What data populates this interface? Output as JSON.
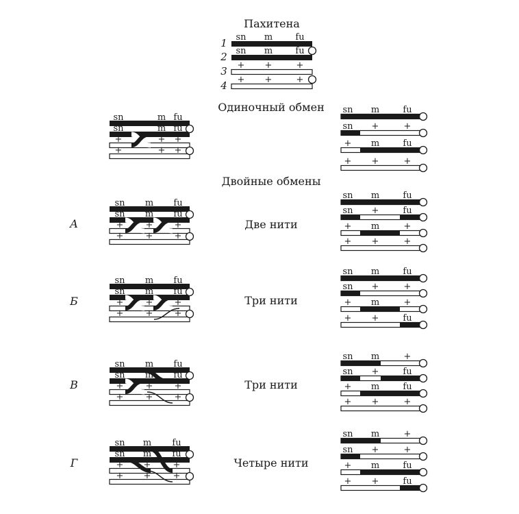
{
  "titles": {
    "pachytene": "Пахитена",
    "single": "Одиночный обмен",
    "double": "Двойные обмены"
  },
  "strand_numbers": [
    "1",
    "2",
    "3",
    "4"
  ],
  "pachytene_labels": [
    [
      "sn",
      "m",
      "fu"
    ],
    [
      "sn",
      "m",
      "fu"
    ],
    [
      "+",
      "+",
      "+"
    ],
    [
      "+",
      "+",
      "+"
    ]
  ],
  "rows": [
    {
      "id": "single",
      "letter": "",
      "desc": "",
      "left_labels": [
        [
          "sn",
          "m",
          "fu"
        ],
        [
          "sn",
          "m",
          "fu"
        ],
        [
          "+",
          "+",
          "+"
        ],
        [
          "+",
          "+",
          "+"
        ]
      ],
      "right": [
        {
          "labels": [
            "sn",
            "m",
            "fu"
          ],
          "segments": [
            "b",
            "b",
            "b",
            "b"
          ]
        },
        {
          "labels": [
            "sn",
            "+",
            "+"
          ],
          "segments": [
            "b",
            "w",
            "w",
            "w"
          ]
        },
        {
          "labels": [
            "+",
            "m",
            "fu"
          ],
          "segments": [
            "w",
            "b",
            "b",
            "b"
          ]
        },
        {
          "labels": [
            "+",
            "+",
            "+"
          ],
          "segments": [
            "w",
            "w",
            "w",
            "w"
          ]
        }
      ]
    },
    {
      "id": "A",
      "letter": "А",
      "desc": "Две нити",
      "left_labels": [
        [
          "sn",
          "m",
          "fu"
        ],
        [
          "sn",
          "m",
          "fu"
        ],
        [
          "+",
          "+",
          "+"
        ],
        [
          "+",
          "+",
          "+"
        ]
      ],
      "right": [
        {
          "labels": [
            "sn",
            "m",
            "fu"
          ],
          "segments": [
            "b",
            "b",
            "b",
            "b"
          ]
        },
        {
          "labels": [
            "sn",
            "+",
            "fu"
          ],
          "segments": [
            "b",
            "w",
            "w",
            "b"
          ]
        },
        {
          "labels": [
            "+",
            "m",
            "+"
          ],
          "segments": [
            "w",
            "b",
            "b",
            "w"
          ]
        },
        {
          "labels": [
            "+",
            "+",
            "+"
          ],
          "segments": [
            "w",
            "w",
            "w",
            "w"
          ]
        }
      ]
    },
    {
      "id": "B",
      "letter": "Б",
      "desc": "Три нити",
      "left_labels": [
        [
          "sn",
          "m",
          "fu"
        ],
        [
          "sn",
          "m",
          "fu"
        ],
        [
          "+",
          "+",
          "+"
        ],
        [
          "+",
          "+",
          "+"
        ]
      ],
      "right": [
        {
          "labels": [
            "sn",
            "m",
            "fu"
          ],
          "segments": [
            "b",
            "b",
            "b",
            "b"
          ]
        },
        {
          "labels": [
            "sn",
            "+",
            "+"
          ],
          "segments": [
            "b",
            "w",
            "w",
            "w"
          ]
        },
        {
          "labels": [
            "+",
            "m",
            "+"
          ],
          "segments": [
            "w",
            "b",
            "b",
            "w"
          ]
        },
        {
          "labels": [
            "+",
            "+",
            "fu"
          ],
          "segments": [
            "w",
            "w",
            "w",
            "b"
          ]
        }
      ]
    },
    {
      "id": "V",
      "letter": "В",
      "desc": "Три нити",
      "left_labels": [
        [
          "sn",
          "m",
          "fu"
        ],
        [
          "sn",
          "m",
          "fu"
        ],
        [
          "+",
          "+",
          "+"
        ],
        [
          "+",
          "+",
          "+"
        ]
      ],
      "right": [
        {
          "labels": [
            "sn",
            "m",
            "+"
          ],
          "segments": [
            "b",
            "b",
            "w",
            "w"
          ]
        },
        {
          "labels": [
            "sn",
            "+",
            "fu"
          ],
          "segments": [
            "b",
            "w",
            "b",
            "b"
          ]
        },
        {
          "labels": [
            "+",
            "m",
            "fu"
          ],
          "segments": [
            "w",
            "b",
            "b",
            "b"
          ]
        },
        {
          "labels": [
            "+",
            "+",
            "+"
          ],
          "segments": [
            "w",
            "w",
            "w",
            "w"
          ]
        }
      ]
    },
    {
      "id": "G",
      "letter": "Г",
      "desc": "Четыре нити",
      "left_labels": [
        [
          "sn",
          "m",
          "fu"
        ],
        [
          "sn",
          "m",
          "fu"
        ],
        [
          "+",
          "+",
          "+"
        ],
        [
          "+",
          "+",
          "+"
        ]
      ],
      "right": [
        {
          "labels": [
            "sn",
            "m",
            "+"
          ],
          "segments": [
            "b",
            "b",
            "w",
            "w"
          ]
        },
        {
          "labels": [
            "sn",
            "+",
            "+"
          ],
          "segments": [
            "b",
            "w",
            "w",
            "w"
          ]
        },
        {
          "labels": [
            "+",
            "m",
            "fu"
          ],
          "segments": [
            "w",
            "b",
            "b",
            "b"
          ]
        },
        {
          "labels": [
            "+",
            "+",
            "fu"
          ],
          "segments": [
            "w",
            "w",
            "w",
            "b"
          ]
        }
      ]
    }
  ]
}
